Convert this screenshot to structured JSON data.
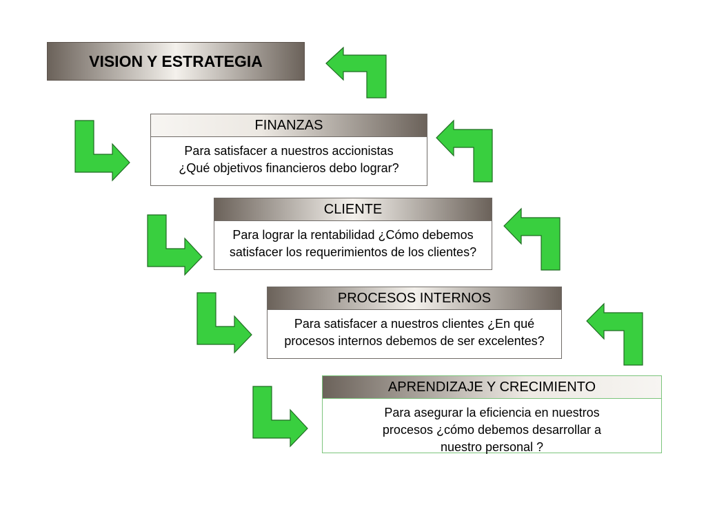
{
  "title": "VISION Y ESTRATEGIA",
  "boxes": [
    {
      "heading": "FINANZAS",
      "lines": [
        "Para satisfacer a nuestros accionistas",
        "¿Qué objetivos financieros debo lograr?"
      ]
    },
    {
      "heading": "CLIENTE",
      "lines": [
        "Para lograr la rentabilidad ¿Cómo debemos",
        "satisfacer los requerimientos de los clientes?"
      ]
    },
    {
      "heading": "PROCESOS INTERNOS",
      "lines": [
        "Para satisfacer a nuestros clientes ¿En qué",
        "procesos internos debemos de ser excelentes?"
      ]
    },
    {
      "heading": "APRENDIZAJE Y CRECIMIENTO",
      "lines": [
        "Para asegurar la eficiencia en nuestros",
        "procesos ¿cómo debemos desarrollar a",
        "nuestro personal ?"
      ]
    }
  ],
  "colors": {
    "arrow_fill": "#39cf3f",
    "arrow_stroke": "#1f6b22"
  }
}
